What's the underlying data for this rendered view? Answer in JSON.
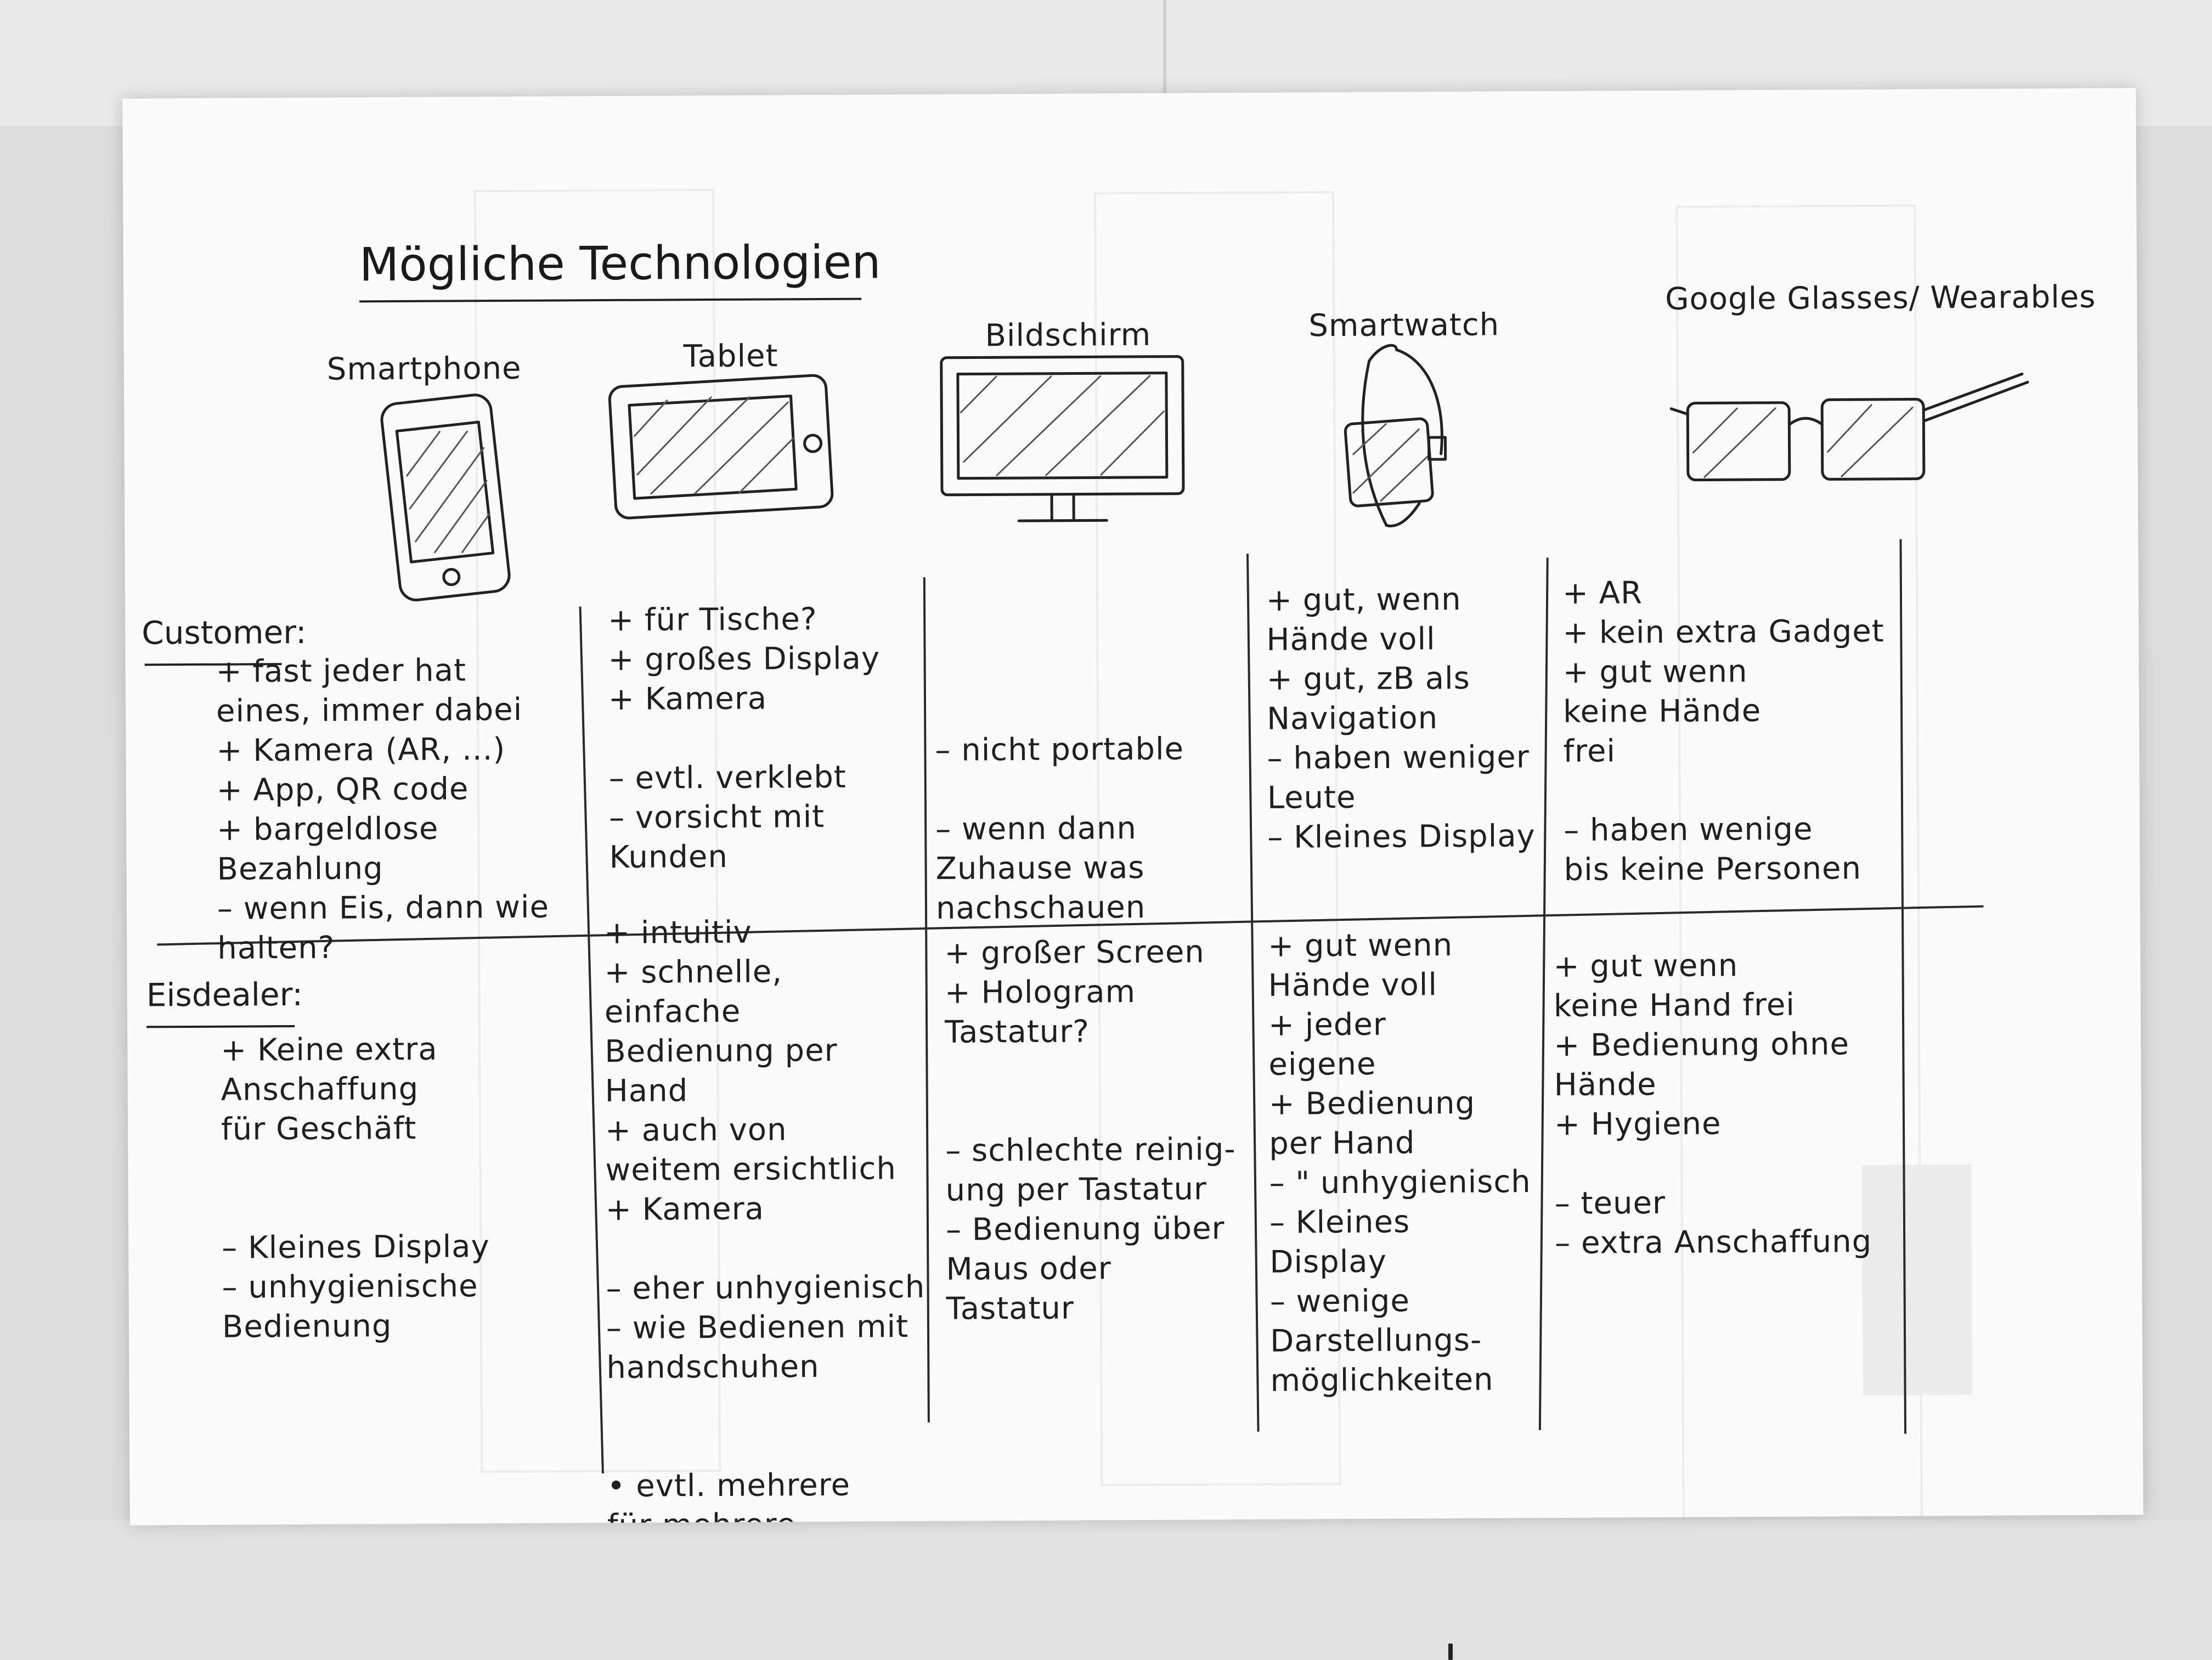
{
  "title": "Mögliche Technologien",
  "devices": [
    {
      "key": "smartphone",
      "label": "Smartphone",
      "icon": "smartphone-sketch-icon"
    },
    {
      "key": "tablet",
      "label": "Tablet",
      "icon": "tablet-sketch-icon"
    },
    {
      "key": "bildschirm",
      "label": "Bildschirm",
      "icon": "monitor-sketch-icon"
    },
    {
      "key": "smartwatch",
      "label": "Smartwatch",
      "icon": "smartwatch-sketch-icon"
    },
    {
      "key": "glasses",
      "label": "Google Glasses/\nWearables",
      "icon": "glasses-sketch-icon"
    }
  ],
  "sections": {
    "customer": {
      "label": "Customer:"
    },
    "eisdealer": {
      "label": "Eisdealer:"
    }
  },
  "notes": {
    "customer": {
      "smartphone": "+ fast jeder hat\n  eines, immer dabei\n+ Kamera (AR, ...)\n+ App, QR code\n+ bargeldlose Bezahlung\n– wenn Eis, dann wie\n  halten?",
      "tablet": "+ für Tische?\n+ großes Display\n+ Kamera\n\n– evtl. verklebt\n– vorsicht mit\n  Kunden",
      "bildschirm": "– nicht portable\n\n– wenn dann\n  Zuhause was\n  nachschauen",
      "smartwatch": "+ gut, wenn\n  Hände voll\n+ gut, zB als\n  Navigation\n– haben weniger\n  Leute\n– Kleines Display",
      "glasses": "+ AR\n+ kein extra Gadget\n+ gut wenn\n  keine Hände\n  frei\n\n– haben wenige\n  bis keine Personen"
    },
    "eisdealer": {
      "smartphone": "+ Keine extra\n  Anschaffung\n  für Geschäft\n\n\n– Kleines Display\n– unhygienische\n  Bedienung",
      "tablet": "+ intuitiv\n+ schnelle, einfache\n  Bedienung per\n  Hand\n+ auch von\n  weitem ersichtlich\n+ Kamera\n\n– eher unhygienisch\n– wie Bedienen mit\n  handschuhen\n\n\n• evtl. mehrere\n  für mehrere\n  hinter Theke?",
      "bildschirm": "+ großer Screen\n+ Hologram\n  Tastatur?\n\n\n– schlechte reinig-\n  ung per Tastatur\n– Bedienung über\n  Maus oder\n  Tastatur",
      "smartwatch": "+ gut wenn\n  Hände voll\n+ jeder\n  eigene\n+ Bedienung\n  per Hand\n– \" unhygienisch\n– Kleines\n  Display\n– wenige\n  Darstellungs-\n  möglichkeiten",
      "glasses": "+ gut wenn\n  keine Hand frei\n+ Bedienung ohne\n  Hände\n+ Hygiene\n\n– teuer\n– extra Anschaffung"
    }
  }
}
